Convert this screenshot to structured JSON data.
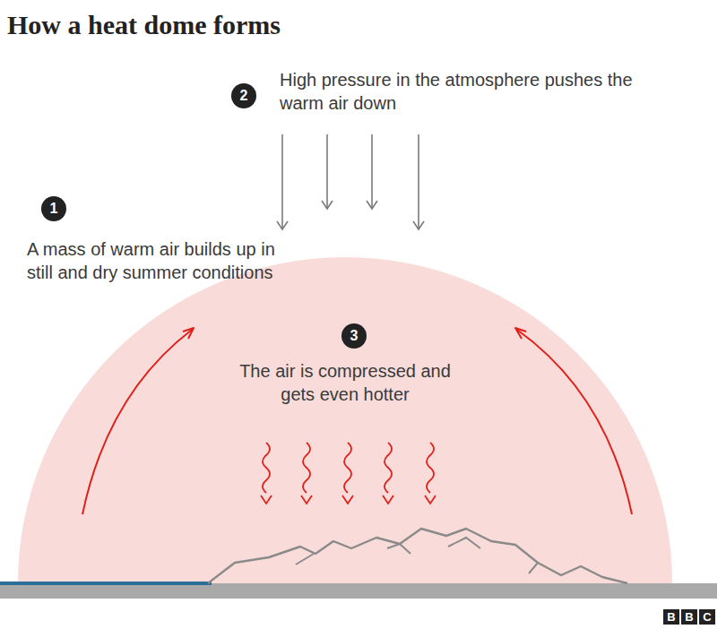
{
  "diagram": {
    "title": "How a heat dome forms",
    "nodes": [
      {
        "text": [
          "The air is compressed and gets even hotter"
        ]
      }
    ],
    "labels": [
      "1",
      "A mass of warm air builds up in still and dry summer conditions",
      "2",
      "High pressure in the atmosphere pushes the warm air down",
      "3",
      "B",
      "B",
      "C"
    ]
  }
}
